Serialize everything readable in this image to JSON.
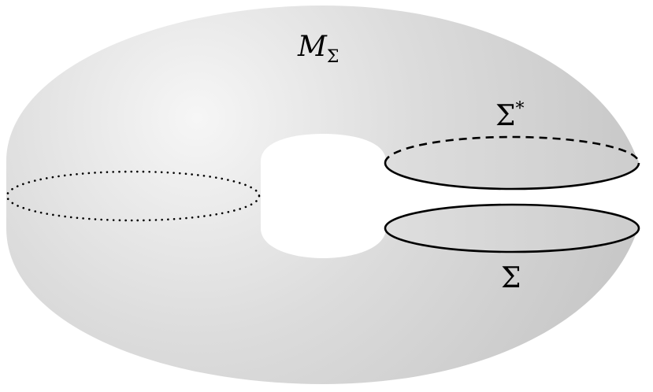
{
  "diagram": {
    "title": "Manifold M_Sigma obtained by cutting along Sigma",
    "labels": {
      "manifold": {
        "base": "M",
        "subscript": "Σ"
      },
      "sigma_star": {
        "base": "Σ",
        "superscript": "*"
      },
      "sigma": {
        "base": "Σ"
      }
    },
    "curves": [
      {
        "name": "meridian-circle",
        "style": "dotted"
      },
      {
        "name": "sigma-star-boundary",
        "style": "dashed-back / solid-front"
      },
      {
        "name": "sigma-boundary",
        "style": "solid"
      }
    ],
    "colors": {
      "surface_light": "#f5f5f5",
      "surface_dark": "#c8c8c8",
      "disk_fill": "#d2d2d2",
      "stroke": "#000000",
      "background": "#ffffff"
    }
  }
}
